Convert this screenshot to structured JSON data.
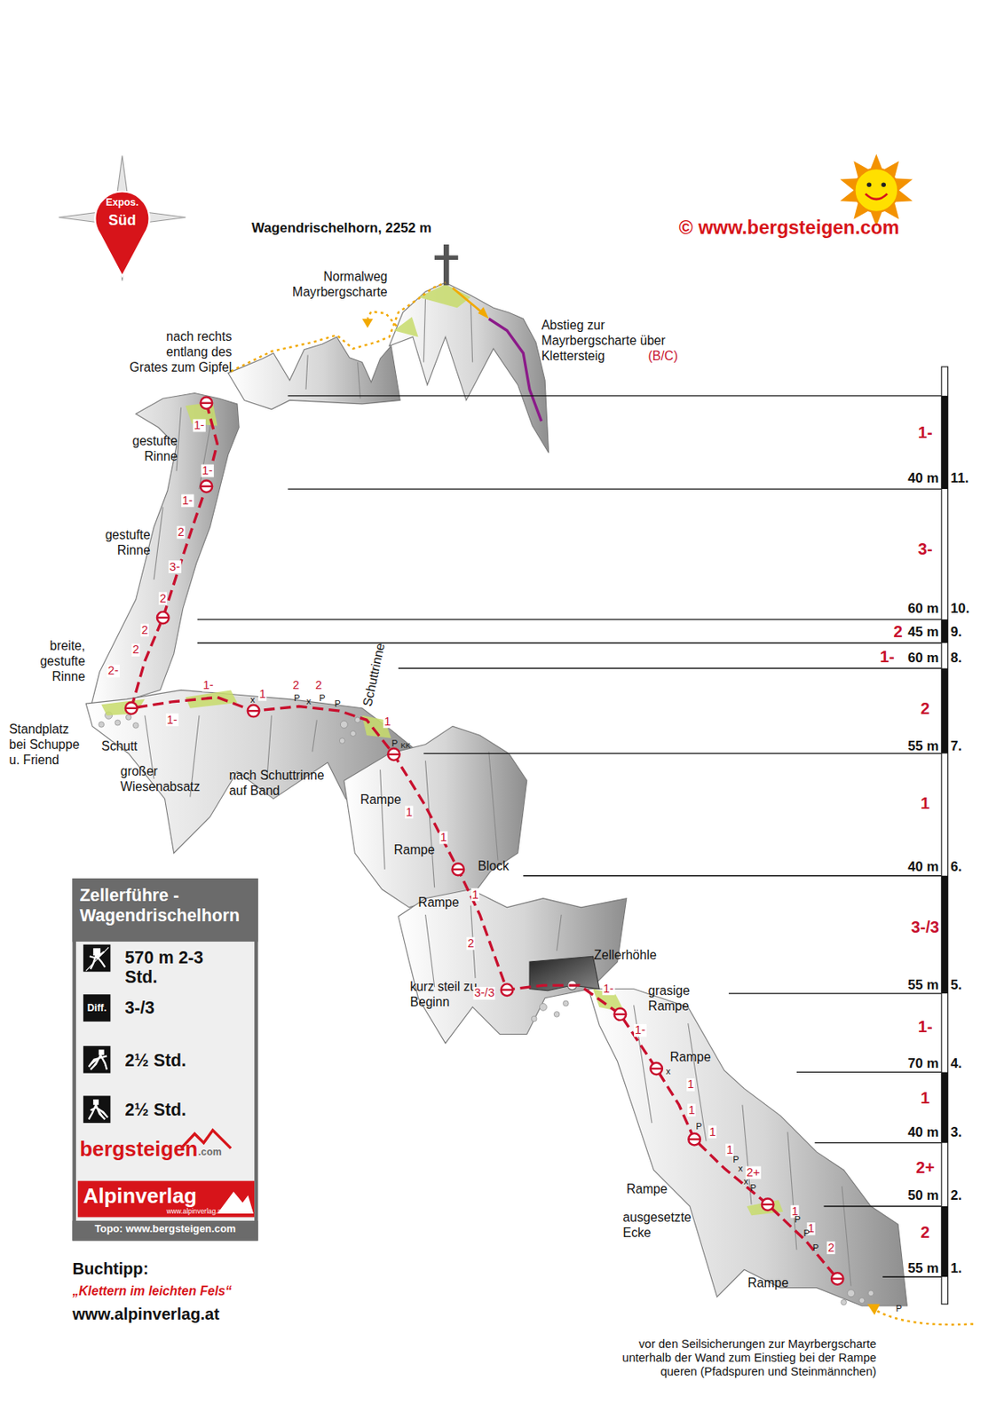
{
  "diagram": {
    "title": "Wagendrischelhorn, 2252 m",
    "nodes": [
      {
        "text": [
          "Zellerführe - Wagendrischelhorn",
          "570 m 2-3 Std.",
          "Diff.",
          "3-/3",
          "2½ Std.",
          "2½ Std.",
          "bergsteigen",
          ".com",
          "Alpinverlag",
          "www.alpinverlag.at",
          "Topo: www.bergsteigen.com"
        ]
      }
    ],
    "labels": [
      "Expos.",
      "Süd",
      "© www.bergsteigen.com",
      "Normalweg Mayrbergscharte",
      "nach rechts entlang des Grates zum Gipfel",
      "Abstieg zur Mayrbergscharte über Klettersteig",
      "(B/C)",
      "gestufte Rinne",
      "gestufte Rinne",
      "breite, gestufte Rinne",
      "Standplatz bei Schuppe u. Friend",
      "Schutt",
      "großer Wiesenabsatz",
      "nach Schuttrinne auf Band",
      "Schuttrinne",
      "Rampe",
      "Rampe",
      "Block",
      "Rampe",
      "Zellerhöhle",
      "kurz steil zu Beginn",
      "grasige Rampe",
      "Rampe",
      "Rampe",
      "ausgesetzte Ecke",
      "Rampe",
      "vor den Seilsicherungen zur Mayrbergscharte unterhalb der Wand zum Einstieg bei der Rampe queren (Pfadspuren und Steinmännchen)",
      "Buchtipp:",
      "„Klettern im leichten Fels“",
      "www.alpinverlag.at",
      "1-",
      "40 m",
      "11.",
      "3-",
      "60 m",
      "10.",
      "2",
      "45 m",
      "9.",
      "1-",
      "60 m",
      "8.",
      "2",
      "55 m",
      "7.",
      "1",
      "40 m",
      "6.",
      "3-/3",
      "55 m",
      "5.",
      "1-",
      "70 m",
      "4.",
      "1",
      "40 m",
      "3.",
      "2+",
      "50 m",
      "2.",
      "2",
      "55 m",
      "1.",
      "1-",
      "1-",
      "1-",
      "2",
      "3-",
      "2",
      "2",
      "2",
      "2-",
      "1-",
      "1-",
      "1",
      "2",
      "2",
      "1",
      "1",
      "1",
      "1",
      "2",
      "3-/3",
      "1-",
      "1-",
      "1",
      "1",
      "1",
      "1",
      "2+",
      "1",
      "1",
      "2",
      "x",
      "P",
      "x",
      "P",
      "P",
      "P",
      "KK",
      "x",
      "P",
      "P",
      "x",
      "x",
      "P",
      "P",
      "P",
      "P",
      "P"
    ]
  }
}
